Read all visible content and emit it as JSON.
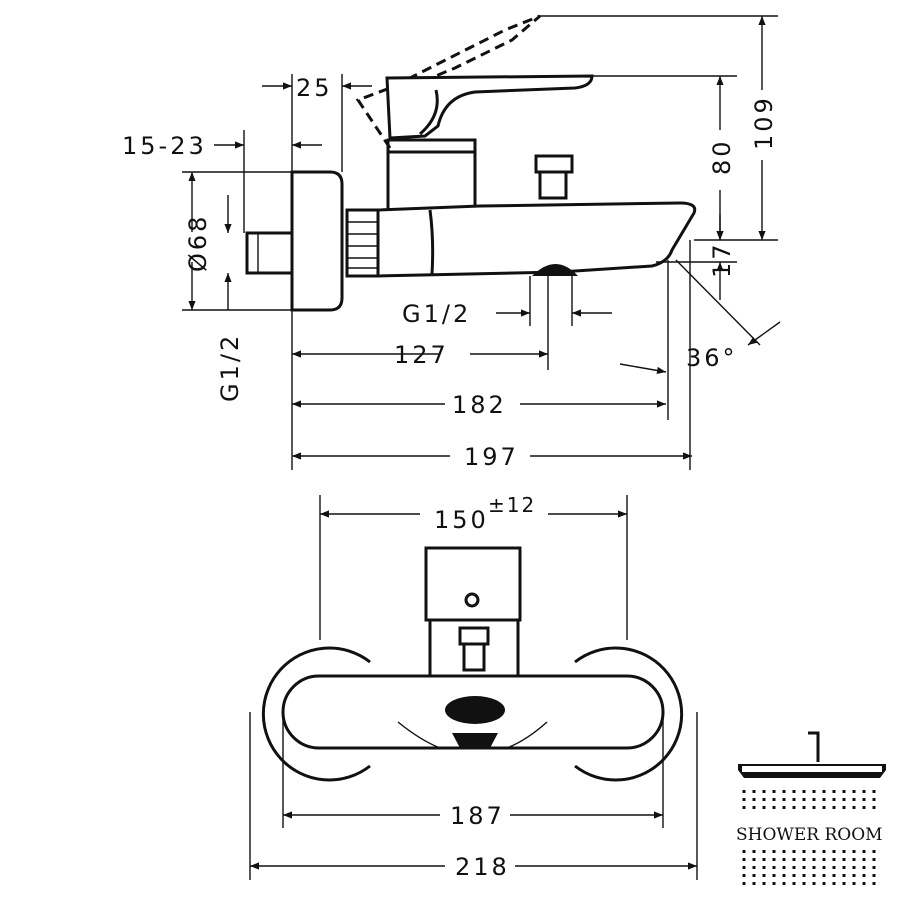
{
  "side_view": {
    "dim_25": "25",
    "dim_15_23": "15-23",
    "dim_dia68": "Ø68",
    "dim_g12_left": "G1/2",
    "dim_g12_bottom": "G1/2",
    "dim_127": "127",
    "dim_182": "182",
    "dim_197": "197",
    "dim_109": "109",
    "dim_80": "80",
    "dim_17": "17",
    "dim_36": "36°"
  },
  "front_view": {
    "dim_150": "150",
    "dim_150_tol": "±12",
    "dim_187": "187",
    "dim_218": "218"
  },
  "logo": {
    "text": "SHOWER ROOM",
    "icon": "shower-head-icon"
  },
  "colors": {
    "line": "#111111",
    "background": "#ffffff"
  }
}
